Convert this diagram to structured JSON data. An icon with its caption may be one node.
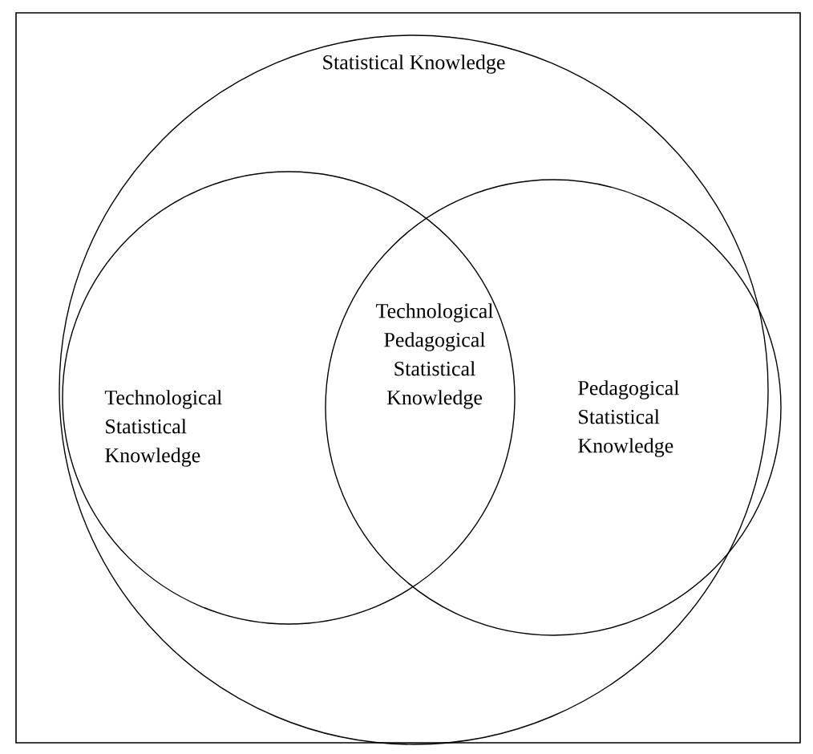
{
  "diagram": {
    "nodes": [
      {
        "text": [
          "Statistical Knowledge"
        ]
      },
      {
        "text": [
          "Technological Statistical Knowledge"
        ],
        "in": 0
      },
      {
        "text": [
          "Pedagogical Statistical Knowledge"
        ],
        "in": 0
      }
    ],
    "labels": [
      "Technological Pedagogical Statistical Knowledge"
    ]
  }
}
